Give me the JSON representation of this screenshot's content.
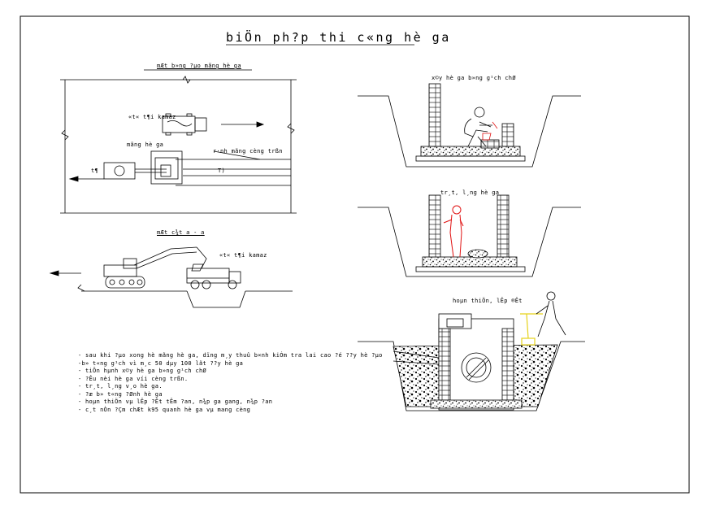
{
  "title": "biÖn ph?p thi c«ng hè ga",
  "plan": {
    "label": "mÆt b»ng ?µo mãng hè ga",
    "truck_label": "«t« t¶i kamaz",
    "pit_label": "mãng hè ga",
    "trench_label": "r·nh mãng cèng trßn",
    "truck_tag": "t¶",
    "pipe_tag": "T)"
  },
  "section": {
    "label": "mÆt c¾t a - a",
    "truck_label": "«t« t¶i kamaz"
  },
  "steps": {
    "s1": "x©y hè ga b»ng g¹ch chØ",
    "s2": "tr¸t, l¸ng hè ga",
    "s3": "hoµn thiÖn, lÊp ®Êt"
  },
  "notes": [
    "- sau khi ?µo xong hè mãng hè ga, dïng m¸y thuû b×nh kiÓm tra lai cao ?é ??y hè ?µo",
    "-b» t«ng g¹ch vì m¸c 50 dµy 100 lãt ??y hè ga",
    "- tiÕn hµnh x©y hè ga b»ng g¹ch chØ",
    "- ?Êu nèi hè ga víi cèng trßn.",
    "- tr¸t, l¸ng v¸o hè ga.",
    "- ?æ b» t«ng ?Ønh hè ga",
    "- hoµn thiÖn vµ lÊp ?Êt tÊm ?an, n¾p ga gang, n¾p ?an",
    "- c¸t nÒn ?Çm chÆt k95 quanh hè ga vµ mang cèng"
  ],
  "colors": {
    "highlight_red": "#e01010",
    "highlight_yellow": "#e6d21a",
    "line": "#000000"
  }
}
